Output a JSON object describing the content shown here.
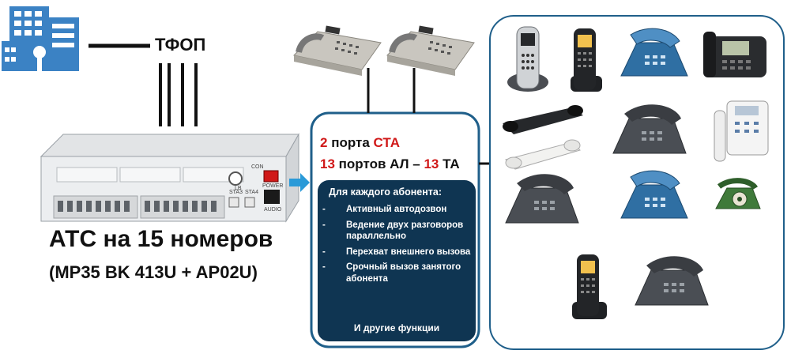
{
  "network_label": "ТФОП",
  "pbx": {
    "title": "АТС на 15 номеров",
    "model": "(MP35 BK 413U + AP02U)",
    "panel_text": {
      "left_button": "LB",
      "right_button": "CON",
      "port_a": "STA3",
      "port_b": "STA4",
      "jack": "AUDIO",
      "switch": "POWER"
    }
  },
  "ports": {
    "sta_count": "2",
    "sta_word": "порта",
    "sta_label": "СТА",
    "line_count": "13",
    "line_word": "портов АЛ –",
    "phone_count": "13",
    "phone_label": "ТА"
  },
  "features": {
    "title": "Для каждого абонента:",
    "items": [
      "Активный автодозвон",
      "Ведение двух разговоров параллельно",
      "Перехват внешнего вызова",
      "Срочный вызов занятого абонента"
    ],
    "footer": "И другие функции"
  },
  "colors": {
    "building": "#3b82c4",
    "accent_red": "#d01818",
    "feature_panel": "#0f3552",
    "box_border": "#1f5f8a",
    "arrow": "#2a9ad8"
  }
}
